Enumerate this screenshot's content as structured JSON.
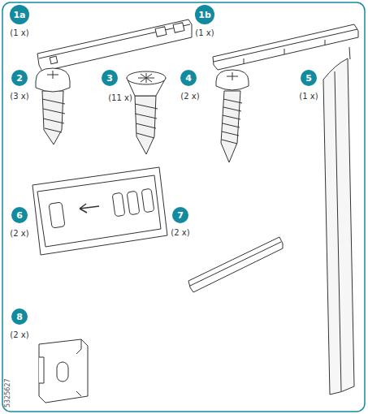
{
  "diagram": {
    "nodes": [
      {
        "text": [
          "1a"
        ]
      },
      {
        "text": [
          "1b"
        ]
      },
      {
        "text": [
          "2"
        ]
      },
      {
        "text": [
          "3"
        ]
      },
      {
        "text": [
          "4"
        ]
      },
      {
        "text": [
          "5"
        ]
      },
      {
        "text": [
          "6"
        ]
      },
      {
        "text": [
          "7"
        ]
      },
      {
        "text": [
          "8"
        ]
      }
    ],
    "labels": [
      "(1 x)",
      "(1 x)",
      "(3 x)",
      "(11 x)",
      "(2 x)",
      "(1 x)",
      "(2 x)",
      "(2 x)",
      "(2 x)",
      "5325627"
    ]
  }
}
